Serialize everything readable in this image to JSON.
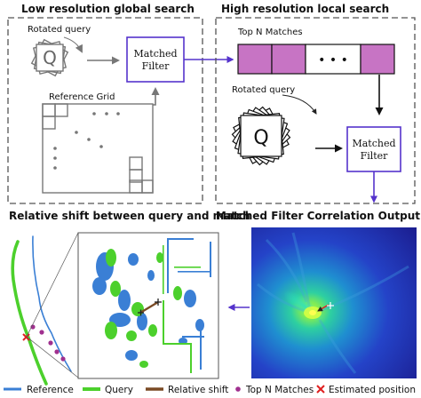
{
  "panels": {
    "global": {
      "title": "Low resolution global search",
      "rotated_query": "Rotated query",
      "query_letter": "Q",
      "matched_filter_line1": "Matched",
      "matched_filter_line2": "Filter",
      "reference_grid": "Reference Grid"
    },
    "local": {
      "title": "High resolution local search",
      "top_n_matches": "Top N Matches",
      "dots": "• • •",
      "rotated_query": "Rotated query",
      "query_letter": "Q",
      "matched_filter_line1": "Matched",
      "matched_filter_line2": "Filter"
    },
    "correlation": {
      "title": "Matched Filter Correlation Output"
    },
    "shift": {
      "title": "Relative shift between query and match"
    }
  },
  "legend": [
    {
      "label": "Reference",
      "color": "#3a7fd5"
    },
    {
      "label": "Query",
      "color": "#4cd02c"
    },
    {
      "label": "Relative shift",
      "color": "#7a4a24"
    },
    {
      "label": "Top N Matches",
      "color": "#a0308f"
    },
    {
      "label": "Estimated position",
      "color": "#e02020"
    }
  ],
  "colors": {
    "arrow": "#5533cc",
    "filter_border": "#5533cc",
    "match_fill": "#c774c4"
  }
}
